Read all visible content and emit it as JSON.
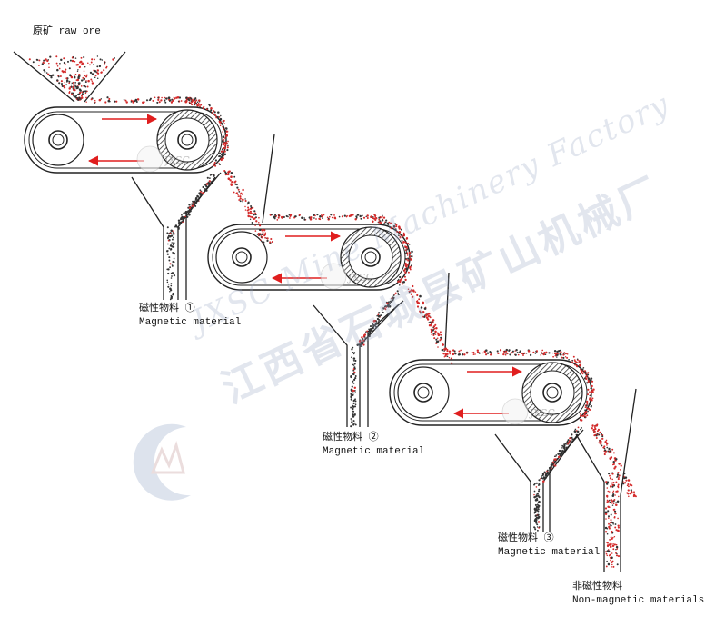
{
  "labels": {
    "raw_ore": "原矿 raw ore",
    "mag1_cn": "磁性物料 ①",
    "mag1_en": "Magnetic material",
    "mag2_cn": "磁性物料 ②",
    "mag2_en": "Magnetic material",
    "mag3_cn": "磁性物料 ③",
    "mag3_en": "Magnetic material",
    "nonmag_cn": "非磁性物料",
    "nonmag_en": "Non-magnetic materials"
  },
  "watermark": {
    "en": "JXSC Mine Machinery Factory",
    "cn": "江西省石城县矿山机械厂",
    "stamp": "JXSC"
  },
  "colors": {
    "line": "#222222",
    "arrow": "#e01e1e",
    "particle_red": "#d42a2a",
    "particle_dark": "#333333",
    "watermark": "#9fb0cc"
  }
}
